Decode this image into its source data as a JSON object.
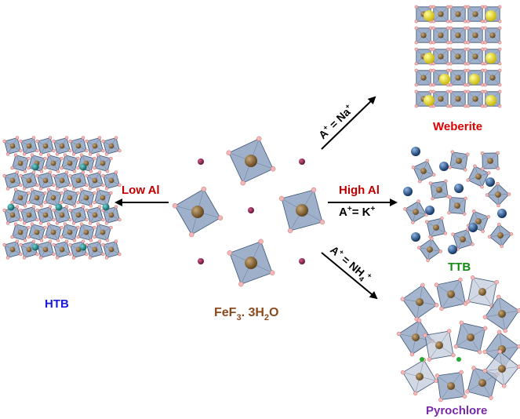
{
  "center": {
    "formula_main": "FeF",
    "formula_sub1": "3",
    "formula_mid": ". 3H",
    "formula_sub2": "2",
    "formula_end": "O",
    "color": "#8b4a1c"
  },
  "left_arrow": {
    "label": "Low Al",
    "color": "#c00000"
  },
  "right_arrow": {
    "label_top": "High Al",
    "label_bottom_a": "A",
    "label_bottom_sup": "+",
    "label_bottom_b": "=  K",
    "label_bottom_sup2": "+",
    "color": "#c00000"
  },
  "upper_arrow": {
    "a": "A",
    "sup": "+",
    "eq": " = Na",
    "sup2": "+"
  },
  "lower_arrow": {
    "a": "A",
    "sup": "+",
    "eq": " = NH",
    "sub": "4",
    "sup2": "+"
  },
  "products": {
    "htb": {
      "label": "HTB",
      "color": "#1a1adc"
    },
    "weberite": {
      "label": "Weberite",
      "color": "#e00000"
    },
    "ttb": {
      "label": "TTB",
      "color": "#138a13"
    },
    "pyrochlore": {
      "label": "Pyrochlore",
      "color": "#7a2aa6"
    }
  },
  "colors": {
    "octahedron": "#7f96b8",
    "octahedron_edge": "#3d5676",
    "fe": "#7a5a2a",
    "fluorine": "#f4b6b6",
    "water_o": "#8a2a55",
    "na": "#f2e010",
    "k": "#1c4f86",
    "htb_cation": "#1a8080"
  }
}
